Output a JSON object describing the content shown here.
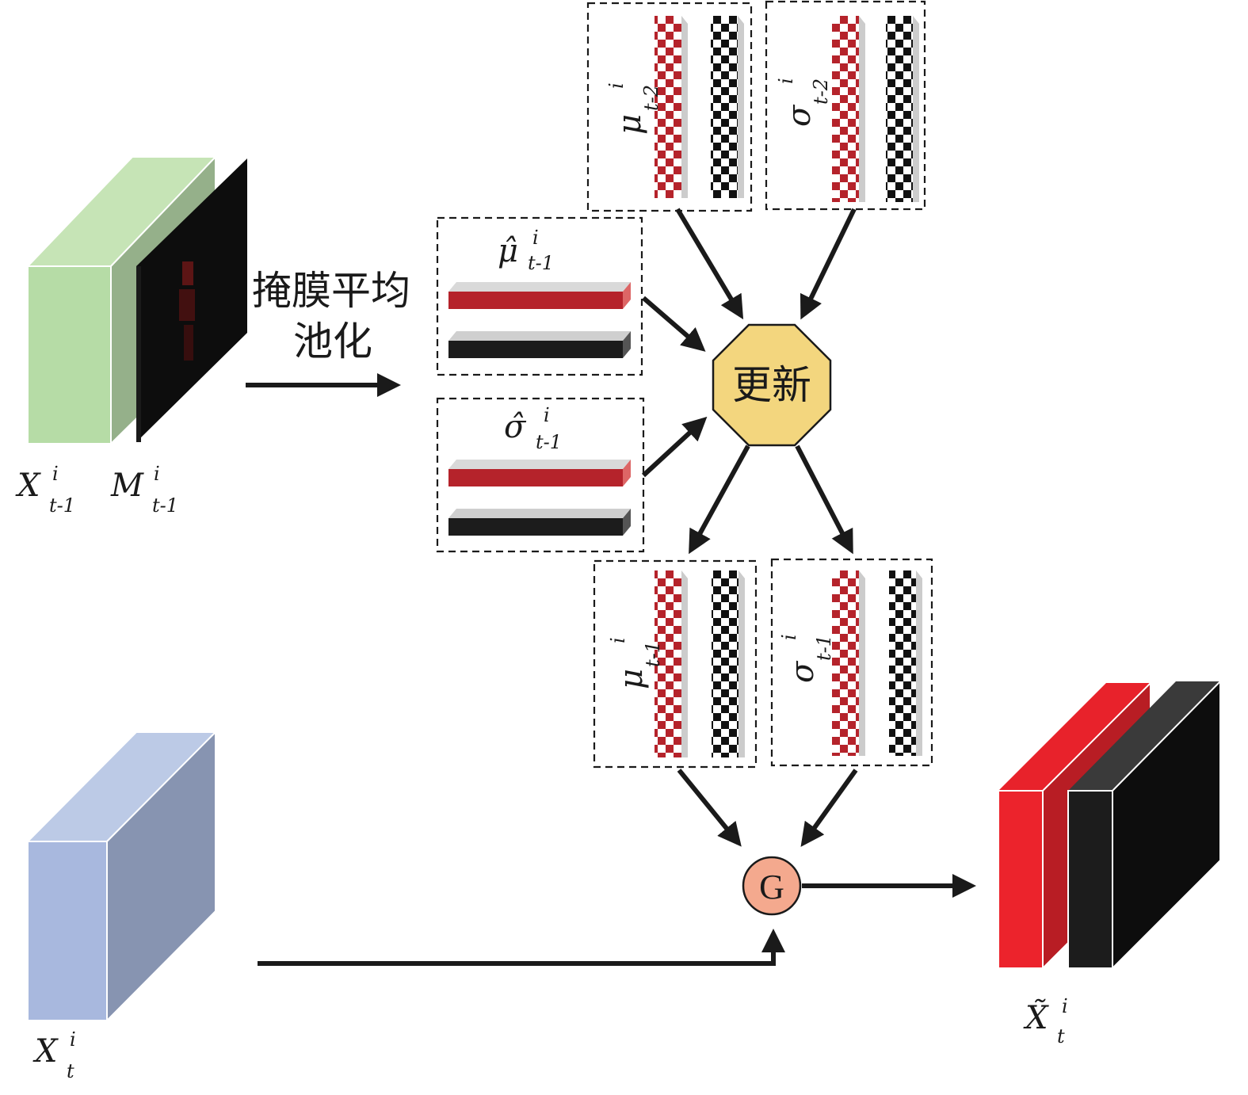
{
  "labels": {
    "x_prev_base": "X",
    "x_prev_sup": "i",
    "x_prev_sub": "t-1",
    "m_prev_base": "M",
    "m_prev_sup": "i",
    "m_prev_sub": "t-1",
    "pooling_line1": "掩膜平均",
    "pooling_line2": "池化",
    "mu_hat_base": "μ̂",
    "mu_hat_sup": "i",
    "mu_hat_sub": "t-1",
    "sigma_hat_base": "σ̂",
    "sigma_hat_sup": "i",
    "sigma_hat_sub": "t-1",
    "mu_t2_base": "μ",
    "mu_t2_sup": "i",
    "mu_t2_sub": "t-2",
    "sigma_t2_base": "σ",
    "sigma_t2_sup": "i",
    "sigma_t2_sub": "t-2",
    "update": "更新",
    "mu_t1_base": "μ",
    "mu_t1_sup": "i",
    "mu_t1_sub": "t-1",
    "sigma_t1_base": "σ",
    "sigma_t1_sup": "i",
    "sigma_t1_sub": "t-1",
    "g_node": "G",
    "x_t_base": "X",
    "x_t_sup": "i",
    "x_t_sub": "t",
    "x_out_base": "X̃",
    "x_out_sup": "i",
    "x_out_sub": "t"
  },
  "colors": {
    "green_cube": "#b8dba8",
    "mask_black": "#0d0d0d",
    "mask_red": "#7a1a1a",
    "red_bar": "#b5232b",
    "black_bar": "#1c1c1c",
    "blue_cube": "#a8b8dd",
    "blue_side": "#8794b1",
    "update_fill": "#f3d67e",
    "g_fill": "#f4a98e",
    "out_red": "#e8222b",
    "out_black": "#111111"
  }
}
